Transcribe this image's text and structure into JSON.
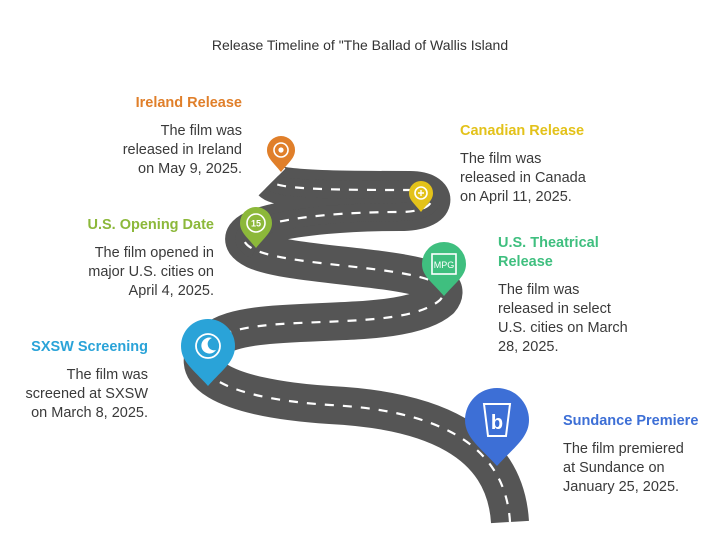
{
  "title": "Release Timeline of \"The Ballad of Wallis Island",
  "colors": {
    "ireland": "#e07f2a",
    "canada": "#e3c21a",
    "us_opening": "#8cb83a",
    "us_theatrical": "#3fbf7f",
    "sxsw": "#2aa3d8",
    "sundance": "#3d6fd6",
    "road": "#555555"
  },
  "milestones": {
    "ireland": {
      "title": "Ireland Release",
      "desc1": "The film was",
      "desc2": "released in Ireland",
      "desc3": "on May 9, 2025.",
      "icon": "target-icon"
    },
    "canada": {
      "title": "Canadian Release",
      "desc1": "The film was",
      "desc2": "released in Canada",
      "desc3": "on April 11, 2025.",
      "icon": "maple-icon"
    },
    "us_opening": {
      "title": "U.S. Opening Date",
      "desc1": "The film opened in",
      "desc2": "major U.S. cities on",
      "desc3": "April 4, 2025.",
      "icon": "clock-icon",
      "badge": "15"
    },
    "us_theatrical": {
      "title1": "U.S. Theatrical",
      "title2": "Release",
      "desc1": "The film was",
      "desc2": "released in select",
      "desc3": "U.S. cities on March",
      "desc4": "28, 2025.",
      "icon": "rating-icon",
      "badge": "MPG"
    },
    "sxsw": {
      "title": "SXSW Screening",
      "desc1": "The film was",
      "desc2": "screened at SXSW",
      "desc3": "on March 8, 2025.",
      "icon": "moon-icon"
    },
    "sundance": {
      "title": "Sundance Premiere",
      "desc1": "The film premiered",
      "desc2": "at Sundance on",
      "desc3": "January 25, 2025.",
      "icon": "logo-icon",
      "badge": "b"
    }
  }
}
